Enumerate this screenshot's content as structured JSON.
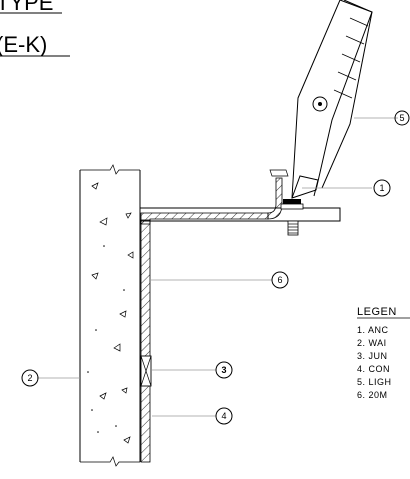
{
  "title": {
    "line1": "TYPE",
    "line2": "(E-K)"
  },
  "callouts": {
    "c1": "1",
    "c2": "2",
    "c3": "3",
    "c4": "4",
    "c5": "5",
    "c6": "6"
  },
  "legend": {
    "heading": "LEGEN",
    "items": [
      "1. ANC",
      "2. WAI",
      "3. JUN",
      "4. CON",
      "5. LIGH",
      "6. 20M"
    ]
  }
}
